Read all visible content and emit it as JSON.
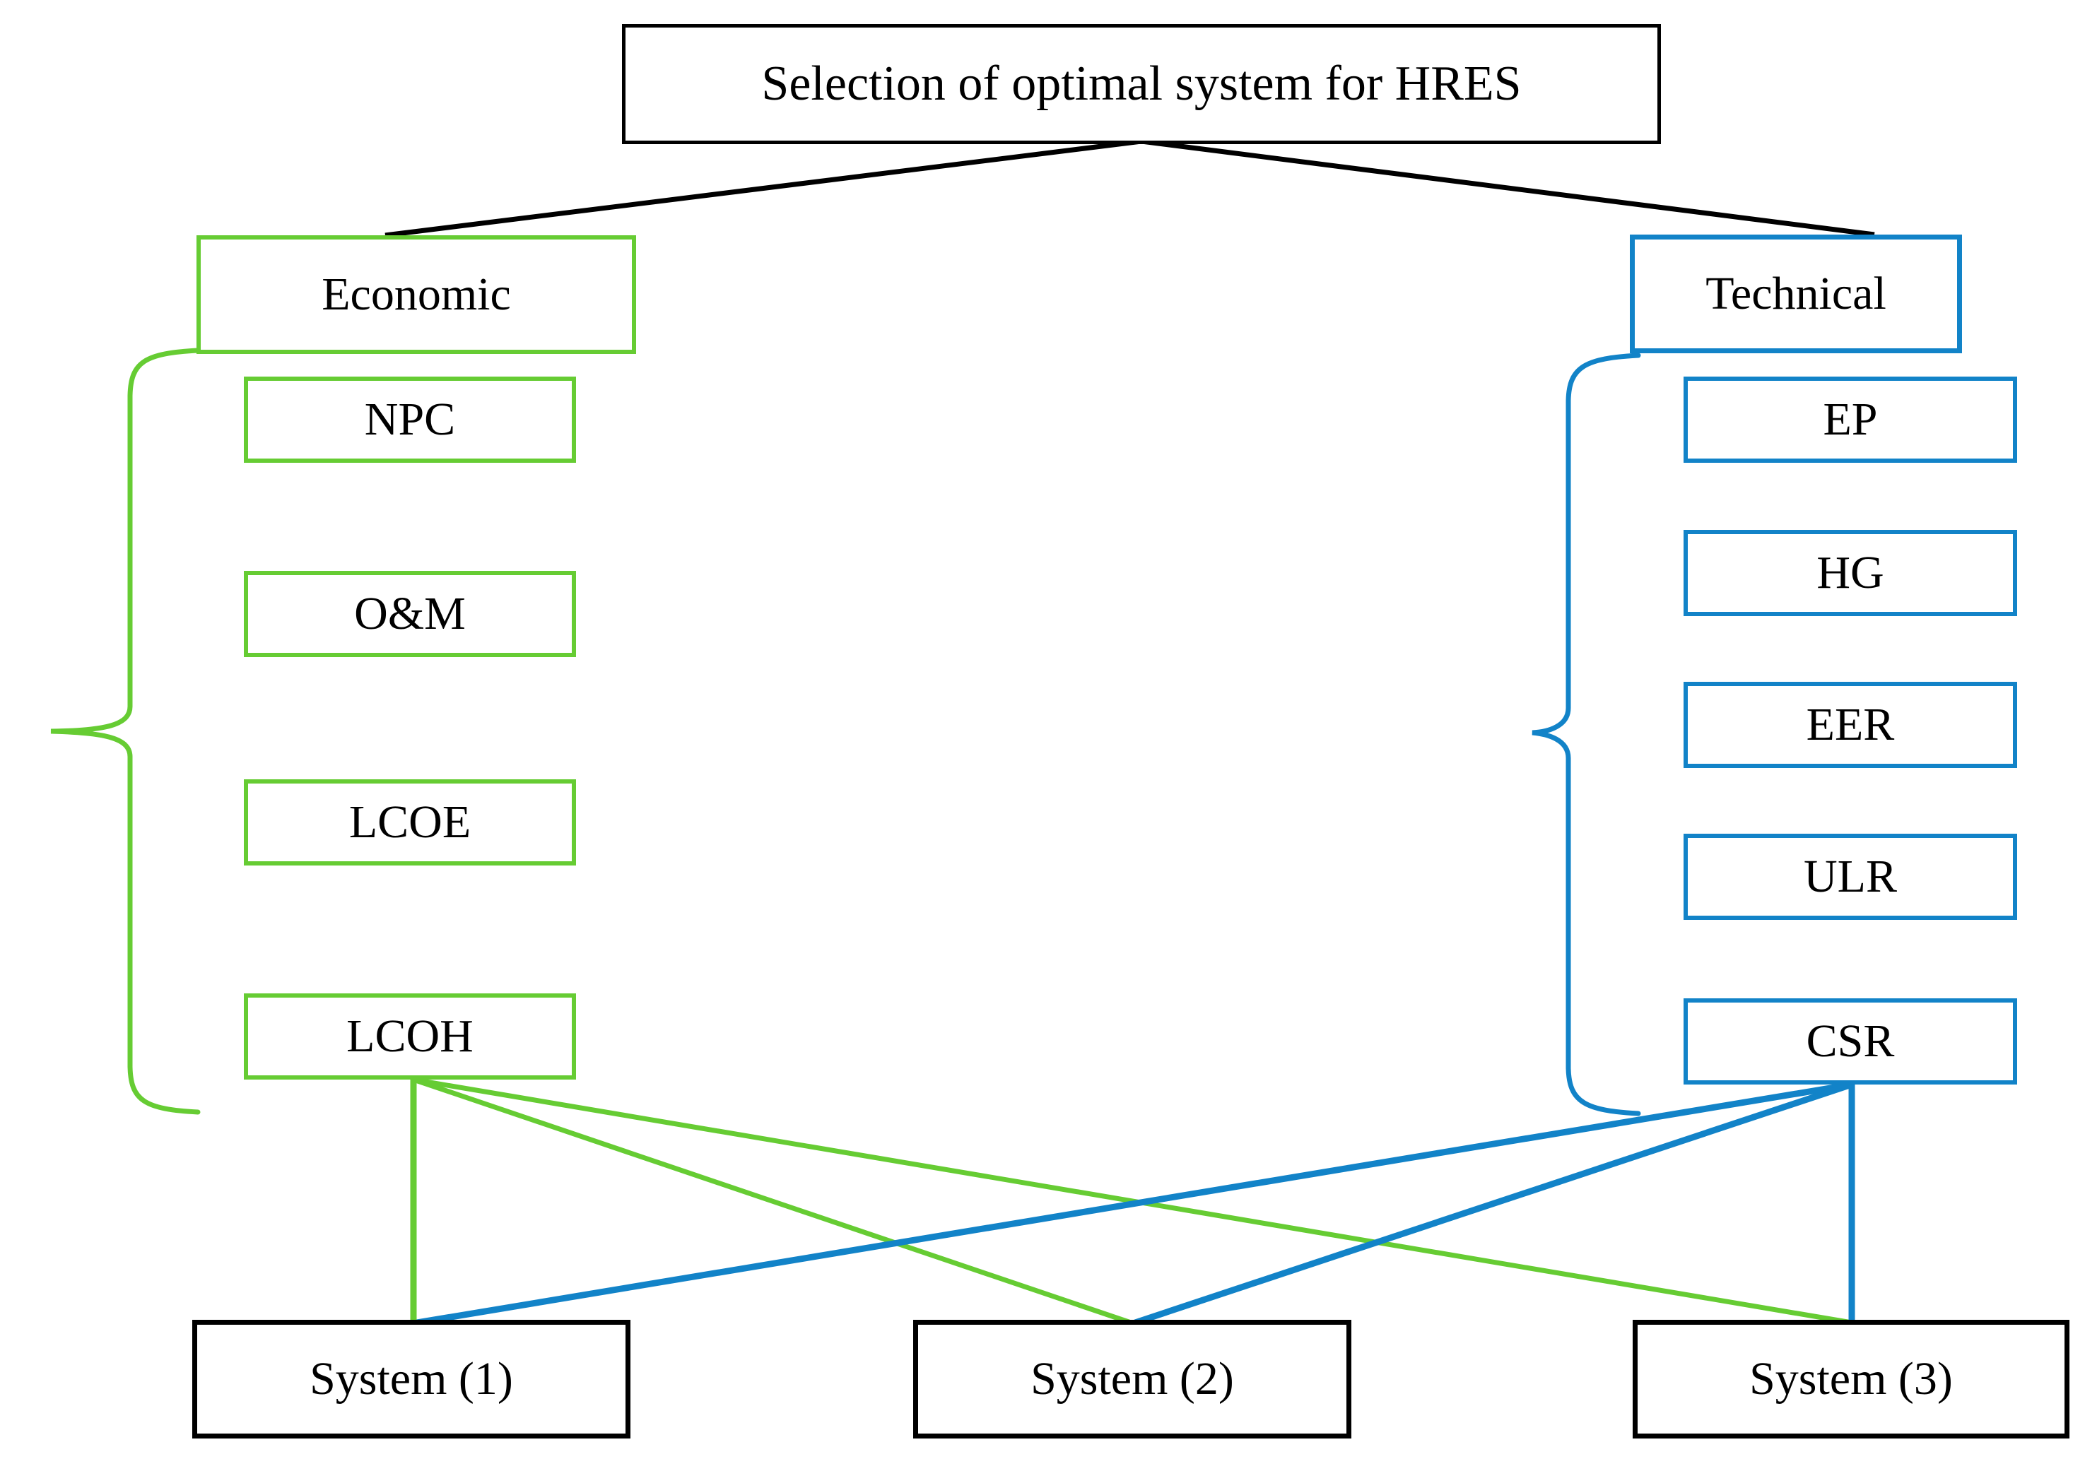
{
  "diagram": {
    "title": "Selection of optimal system for HRES",
    "root": {
      "label": "Selection of optimal system for HRES"
    },
    "branches": [
      {
        "id": "economic",
        "label": "Economic",
        "color": "#66cc33",
        "criteria": [
          {
            "id": "npc",
            "label": "NPC"
          },
          {
            "id": "om",
            "label": "O&M"
          },
          {
            "id": "lcoe",
            "label": "LCOE"
          },
          {
            "id": "lcoh",
            "label": "LCOH"
          }
        ]
      },
      {
        "id": "technical",
        "label": "Technical",
        "color": "#1283c8",
        "criteria": [
          {
            "id": "ep",
            "label": "EP"
          },
          {
            "id": "hg",
            "label": "HG"
          },
          {
            "id": "eer",
            "label": "EER"
          },
          {
            "id": "ulr",
            "label": "ULR"
          },
          {
            "id": "csr",
            "label": "CSR"
          }
        ]
      }
    ],
    "alternatives": [
      {
        "id": "system1",
        "label": "System (1)"
      },
      {
        "id": "system2",
        "label": "System (2)"
      },
      {
        "id": "system3",
        "label": "System (3)"
      }
    ],
    "colors": {
      "root_border": "#000000",
      "economic": "#66cc33",
      "technical": "#1283c8",
      "alternative_border": "#000000",
      "background": "#ffffff"
    }
  }
}
